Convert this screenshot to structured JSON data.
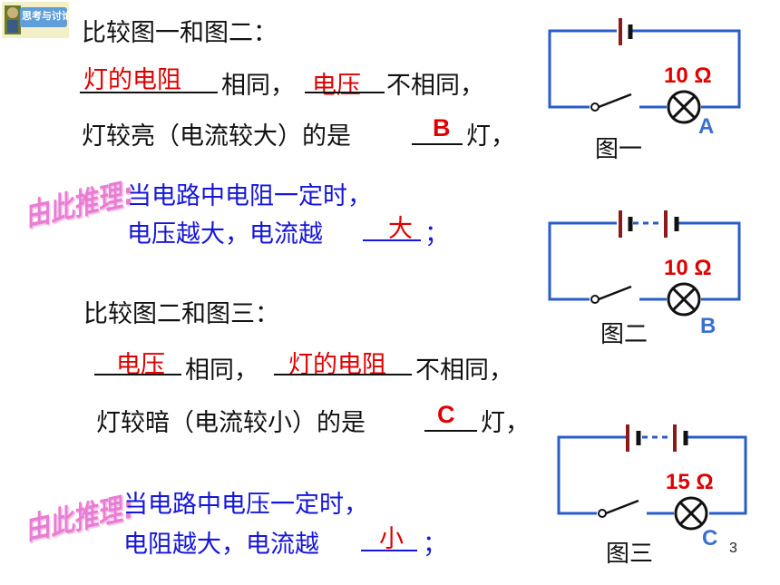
{
  "logo": {
    "text": "思考与讨论"
  },
  "section1": {
    "heading": "比较图一和图二：",
    "line1": {
      "blank1": "灯的电阻",
      "mid": "相同，",
      "blank2": "电压",
      "end": "不相同，"
    },
    "line2": {
      "start": "灯较亮（电流较大）的是",
      "answer": "B",
      "end": "灯，"
    },
    "infer_label": "由此推理:",
    "infer_line1": "当电路中电阻一定时，",
    "infer_line2": {
      "start": "电压越大，电流越",
      "answer": "大",
      "end": "；"
    }
  },
  "section2": {
    "heading": "比较图二和图三：",
    "line1": {
      "blank1": "电压",
      "mid": "相同，",
      "blank2": "灯的电阻",
      "end": "不相同，"
    },
    "line2": {
      "start": "灯较暗（电流较小）的是",
      "answer": "C",
      "end": "灯，"
    },
    "infer_label": "由此推理:",
    "infer_line1": "当电路中电压一定时，",
    "infer_line2": {
      "start": "电阻越大，电流越",
      "answer": "小",
      "end": "；"
    }
  },
  "figures": [
    {
      "caption": "图一",
      "resistance": "10 Ω",
      "lamp": "A",
      "cells": 1
    },
    {
      "caption": "图二",
      "resistance": "10 Ω",
      "lamp": "B",
      "cells": 2
    },
    {
      "caption": "图三",
      "resistance": "15 Ω",
      "lamp": "C",
      "cells": 2
    }
  ],
  "colors": {
    "answer": "#e00000",
    "inference": "#1616d8",
    "wire": "#2a5cc8",
    "battery": "#8b1a1a",
    "label_pink": "#e87ed3"
  },
  "page_number": "3"
}
